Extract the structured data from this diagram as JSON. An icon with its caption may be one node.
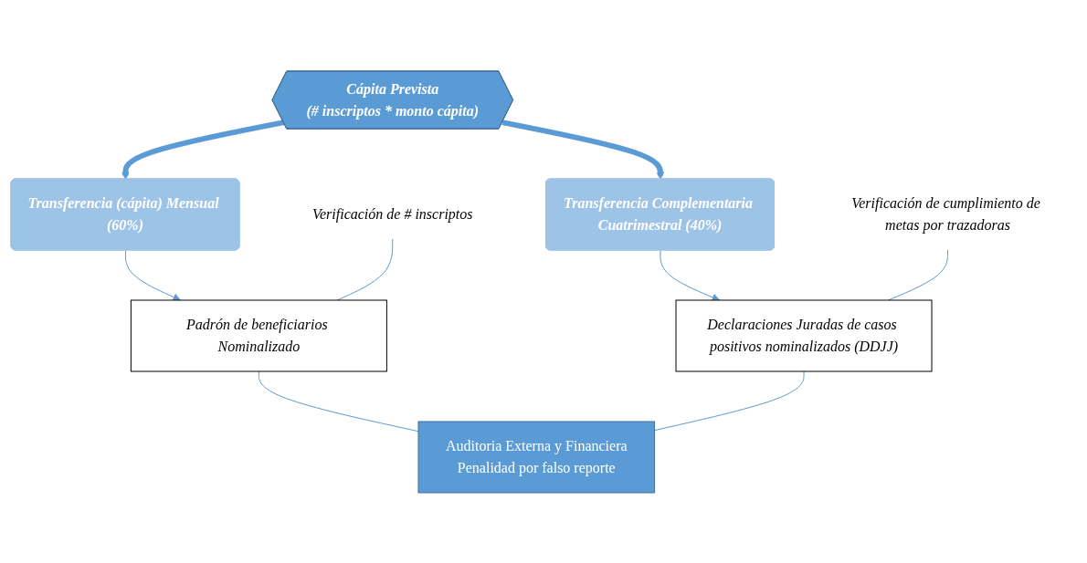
{
  "diagram": {
    "nodes": [
      {
        "text": [
          "Cápita Prevista",
          "(# inscriptos * monto cápita)"
        ]
      },
      {
        "text": [
          "Transferencia (cápita) Mensual (60%)"
        ]
      },
      {
        "text": [
          "Transferencia Complementaria Cuatrimestral (40%)"
        ]
      },
      {
        "text": [
          "Verificación de # inscriptos"
        ]
      },
      {
        "text": [
          "Padrón de beneficiarios Nominalizado"
        ]
      },
      {
        "text": [
          "Verificación de cumplimiento de metas por trazadoras"
        ]
      },
      {
        "text": [
          "Declaraciones Juradas de casos positivos nominalizados (DDJJ)"
        ]
      },
      {
        "text": [
          "Auditoria Externa y Financiera",
          "Penalidad por falso reporte"
        ]
      }
    ],
    "edges": [
      {
        "from": 0,
        "to": 1,
        "arrow": "to",
        "style": "thick",
        "color": "#5b9bd5"
      },
      {
        "from": 0,
        "to": 2,
        "arrow": "to",
        "style": "thick",
        "color": "#5b9bd5"
      },
      {
        "from": 1,
        "to": 4,
        "arrow": "to"
      },
      {
        "from": 2,
        "to": 6,
        "arrow": "to"
      },
      {
        "from": 3,
        "to": 4,
        "arrow": "none"
      },
      {
        "from": 5,
        "to": 6,
        "arrow": "none"
      },
      {
        "from": 4,
        "to": 7,
        "arrow": "none"
      },
      {
        "from": 6,
        "to": 7,
        "arrow": "none"
      }
    ]
  }
}
